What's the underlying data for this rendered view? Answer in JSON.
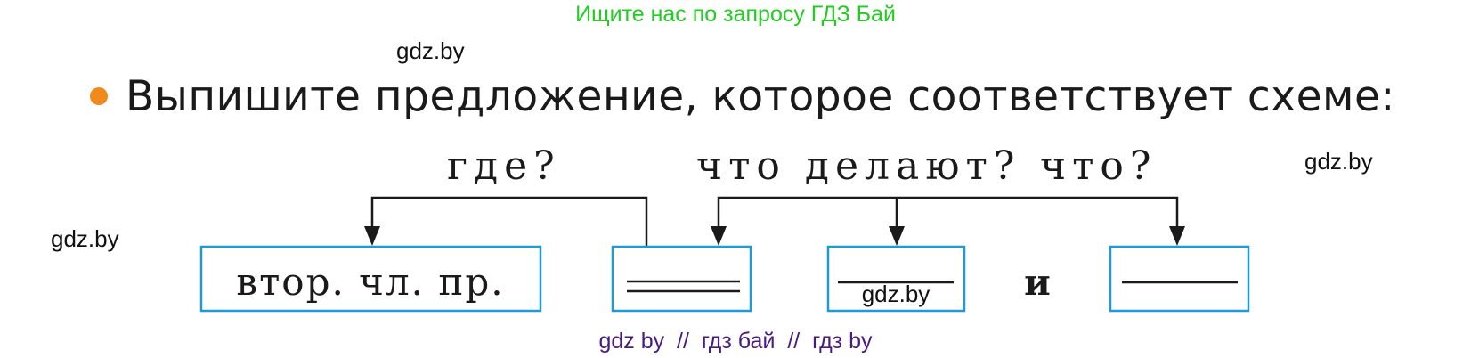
{
  "banner": {
    "text": "Ищите нас по запросу ГДЗ Бай",
    "color": "#22cc22"
  },
  "watermarks": {
    "top": "gdz.by",
    "right": "gdz.by",
    "left": "gdz.by",
    "in_box": "gdz.by"
  },
  "task": {
    "bullet_color": "#f08a1c",
    "heading": "Выпишите предложение, которое соответствует схеме:"
  },
  "scheme": {
    "questions": {
      "where": "где?",
      "what_do": "что делают?",
      "what": "что?"
    },
    "boxes": [
      {
        "id": "adverbial",
        "label": "втор. чл. пр.",
        "underline": "none"
      },
      {
        "id": "predicate",
        "label": "",
        "underline": "double"
      },
      {
        "id": "object-1",
        "label": "",
        "underline": "single"
      },
      {
        "id": "object-2",
        "label": "",
        "underline": "single"
      }
    ],
    "conjunction": "и",
    "box_border_color": "#1e9ad6",
    "arrow_color": "#1a1a1a"
  },
  "footer": {
    "text": "gdz by  //  гдз бай  //  гдз by",
    "color": "#4b1a7e"
  }
}
